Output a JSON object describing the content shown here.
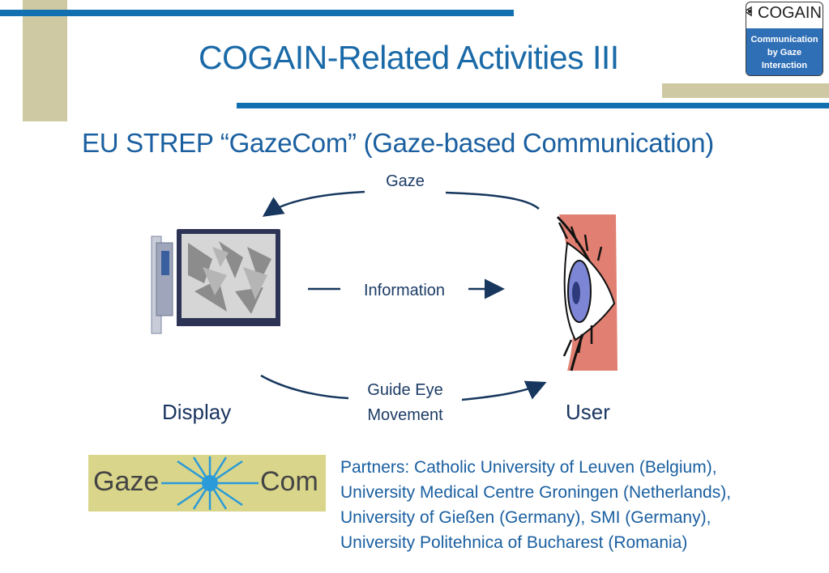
{
  "slide": {
    "title": "COGAIN-Related Activities III",
    "subtitle": "EU STREP “GazeCom” (Gaze-based Communication)"
  },
  "cogain_logo": {
    "name": "COGAIN",
    "line1": "Communication",
    "line2": "by Gaze",
    "line3": "Interaction"
  },
  "diagram": {
    "gaze_label": "Gaze",
    "information_label": "Information",
    "guide_line1": "Guide Eye",
    "guide_line2": "Movement",
    "display_label": "Display",
    "user_label": "User"
  },
  "gazecom_logo": {
    "left_word": "Gaze",
    "right_word": "Com"
  },
  "partners": {
    "line1": "Partners: Catholic University of Leuven (Belgium),",
    "line2": "University Medical Centre Groningen (Netherlands),",
    "line3": "University of Gießen (Germany), SMI (Germany),",
    "line4": "University Politehnica of Bucharest (Romania)"
  },
  "colors": {
    "accent_blue": "#1370b0",
    "tan": "#cfc9a3",
    "logo_yellow": "#d9d58a"
  }
}
